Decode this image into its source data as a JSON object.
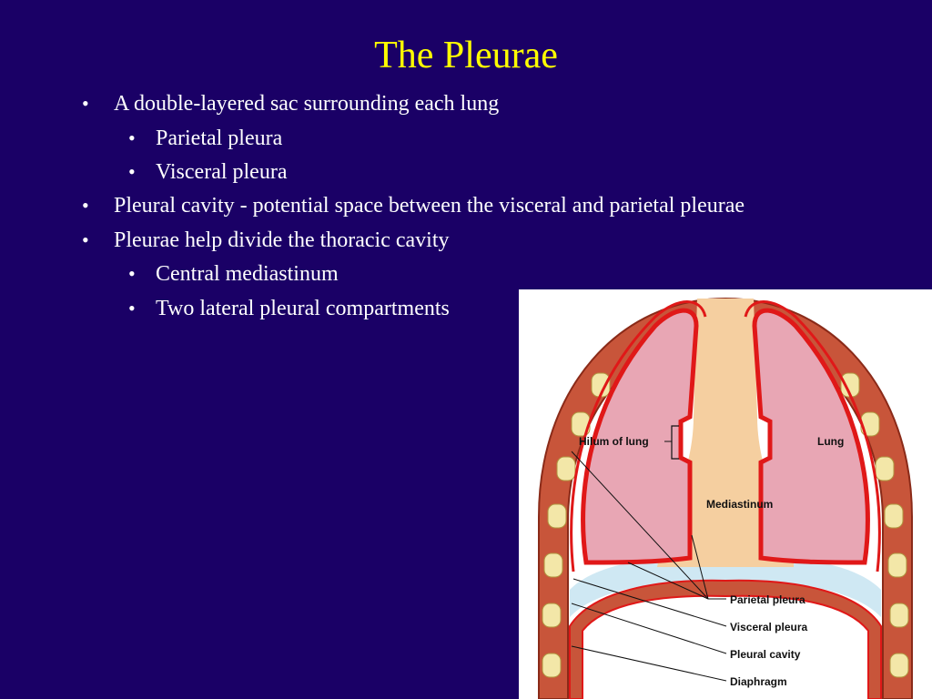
{
  "slide": {
    "title": "The Pleurae",
    "bullets": [
      {
        "text": "A double-layered sac surrounding each lung",
        "level": 1
      },
      {
        "text": "Parietal pleura",
        "level": 2
      },
      {
        "text": "Visceral pleura",
        "level": 2
      },
      {
        "text": "Pleural cavity - potential space between the visceral and parietal pleurae",
        "level": 1
      },
      {
        "text": "Pleurae help divide the thoracic cavity",
        "level": 1
      },
      {
        "text": "Central mediastinum",
        "level": 2
      },
      {
        "text": "Two lateral pleural compartments",
        "level": 2
      }
    ],
    "bullet_glyph": "•"
  },
  "figure": {
    "labels": {
      "hilum": "Hilum of lung",
      "lung": "Lung",
      "mediastinum": "Mediastinum",
      "parietal": "Parietal pleura",
      "visceral": "Visceral pleura",
      "cavity": "Pleural cavity",
      "diaphragm": "Diaphragm"
    }
  },
  "colors": {
    "background": "#1a0066",
    "title": "#ffff00",
    "text": "#ffffff",
    "lung": "#e8a6b4",
    "pleura": "#e01818",
    "cavity": "#cce6f2",
    "mediastinum": "#f5cfa0"
  }
}
